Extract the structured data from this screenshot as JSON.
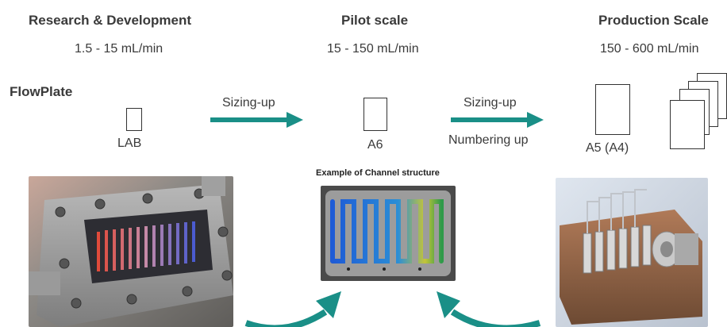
{
  "columns": {
    "rd": {
      "title": "Research & Development",
      "rate": "1.5 - 15 mL/min",
      "plate_label": "LAB"
    },
    "pilot": {
      "title": "Pilot scale",
      "rate": "15 - 150 mL/min",
      "plate_label": "A6"
    },
    "production": {
      "title": "Production Scale",
      "rate": "150 - 600 mL/min",
      "plate_label": "A5 (A4)"
    }
  },
  "row_label": "FlowPlate",
  "arrows": {
    "first": {
      "label": "Sizing-up"
    },
    "second": {
      "label_top": "Sizing-up",
      "label_bottom": "Numbering up"
    }
  },
  "channel_caption": "Example of Channel structure",
  "colors": {
    "accent": "#1a8f87",
    "text": "#3a3a3a"
  }
}
